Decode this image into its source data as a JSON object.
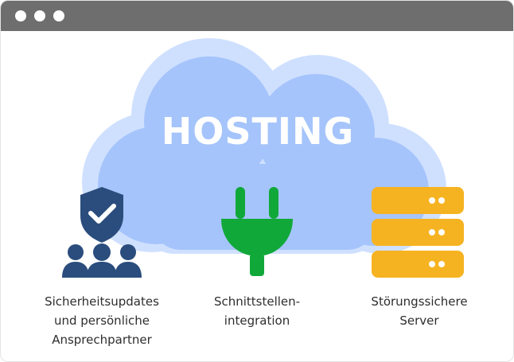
{
  "window": {
    "controls": [
      "dot",
      "dot",
      "dot"
    ]
  },
  "hero": {
    "title": "HOSTING"
  },
  "features": [
    {
      "icon": "shield-team-icon",
      "lines": [
        "Sicherheitsupdates",
        "und persönliche",
        "Ansprechpartner"
      ]
    },
    {
      "icon": "plug-icon",
      "lines": [
        "Schnittstellen-",
        "integration"
      ]
    },
    {
      "icon": "server-icon",
      "lines": [
        "Störungssichere",
        "Server"
      ]
    }
  ],
  "colors": {
    "titlebar": "#6e6e6e",
    "cloud_outer": "#cfe0ff",
    "cloud_inner": "#a5c4fb",
    "security_icon": "#2a4d7d",
    "plug_icon": "#11a83a",
    "server_icon": "#f6b321",
    "label_text": "#2e2e2e"
  }
}
